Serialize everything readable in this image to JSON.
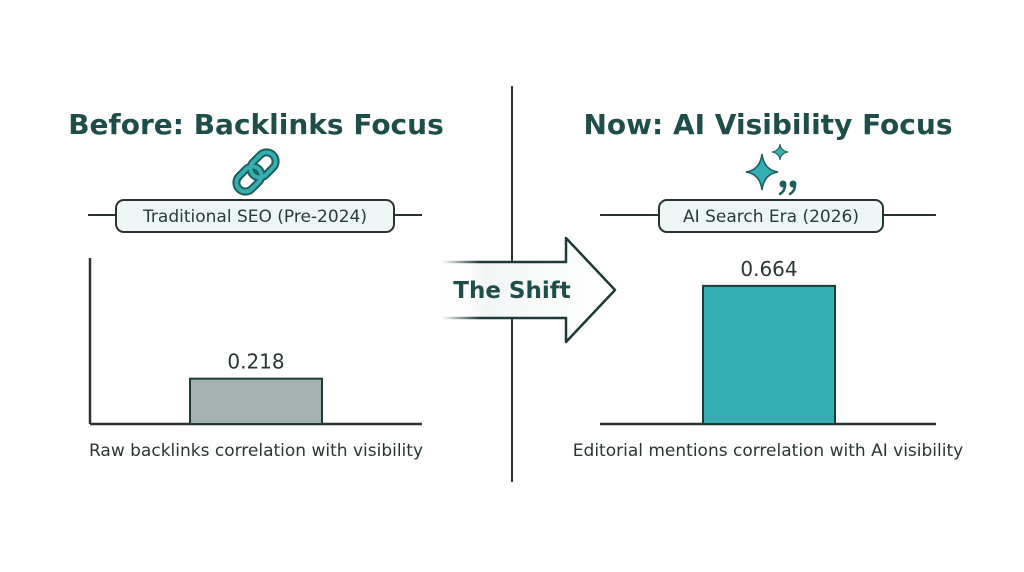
{
  "colors": {
    "heading": "#1f4e4a",
    "teal": "#35aeb2",
    "teal_dark": "#1d5e5a",
    "before_bar": "#a3b2b0",
    "pill_fill": "#eef6f5",
    "divider": "#2b3332"
  },
  "arrow": {
    "label": "The Shift",
    "icon": "arrow-right-icon"
  },
  "chart_data": [
    {
      "type": "bar",
      "title": "Before: Backlinks Focus",
      "subtitle": "Traditional SEO (Pre-2024)",
      "icon": "link-chain-icon",
      "categories": [
        "Raw backlinks correlation with visibility"
      ],
      "values": [
        0.218
      ],
      "data_labels": [
        "0.218"
      ],
      "xlabel": "Raw backlinks correlation with visibility",
      "ylabel": "",
      "ylim": [
        0,
        1
      ],
      "bar_color": "#a3b2b0",
      "grid": false,
      "show_y_axis": true
    },
    {
      "type": "bar",
      "title": "Now: AI Visibility Focus",
      "subtitle": "AI Search Era (2026)",
      "icon": "sparkle-quote-icon",
      "categories": [
        "Editorial mentions correlation with AI visibility"
      ],
      "values": [
        0.664
      ],
      "data_labels": [
        "0.664"
      ],
      "xlabel": "Editorial mentions correlation with AI visibility",
      "ylabel": "",
      "ylim": [
        0,
        1
      ],
      "bar_color": "#35aeb2",
      "grid": false,
      "show_y_axis": false
    }
  ]
}
